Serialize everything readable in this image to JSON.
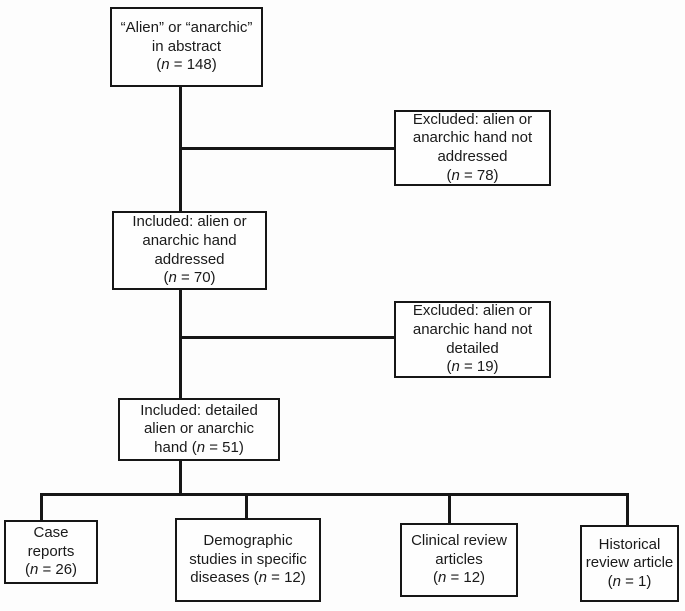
{
  "diagram": {
    "type": "flowchart",
    "description": "Literature screening flow diagram for alien/anarchic hand studies",
    "colors": {
      "box_border": "#161616",
      "line": "#161616",
      "text": "#1a1a1a",
      "background": "#fdfdfd"
    },
    "boxes": {
      "initial": {
        "line1": "“Alien” or “anarchic”",
        "line2": "in abstract",
        "count_open": "(",
        "n_symbol": "n",
        "count_rest": " = 148)"
      },
      "excluded_not_addressed": {
        "line1": "Excluded: alien or",
        "line2": "anarchic hand not",
        "line3": "addressed",
        "count_open": "(",
        "n_symbol": "n",
        "count_rest": " = 78)"
      },
      "included_addressed": {
        "line1": "Included: alien or",
        "line2": "anarchic hand",
        "line3": "addressed",
        "count_open": "(",
        "n_symbol": "n",
        "count_rest": " = 70)"
      },
      "excluded_not_detailed": {
        "line1": "Excluded: alien or",
        "line2": "anarchic hand not",
        "line3": "detailed",
        "count_open": "(",
        "n_symbol": "n",
        "count_rest": " = 19)"
      },
      "included_detailed": {
        "line1": "Included: detailed",
        "line2": "alien or anarchic",
        "count_open": "hand (",
        "n_symbol": "n",
        "count_rest": " = 51)"
      },
      "case_reports": {
        "line1": "Case",
        "line2": "reports",
        "count_open": "(",
        "n_symbol": "n",
        "count_rest": " = 26)"
      },
      "demographic_studies": {
        "line1": "Demographic",
        "line2": "studies in specific",
        "count_open": "diseases (",
        "n_symbol": "n",
        "count_rest": " = 12)"
      },
      "clinical_reviews": {
        "line1": "Clinical review",
        "line2": "articles",
        "count_open": "(",
        "n_symbol": "n",
        "count_rest": " = 12)"
      },
      "historical_review": {
        "line1": "Historical",
        "line2": "review article",
        "count_open": "(",
        "n_symbol": "n",
        "count_rest": " = 1)"
      }
    }
  }
}
